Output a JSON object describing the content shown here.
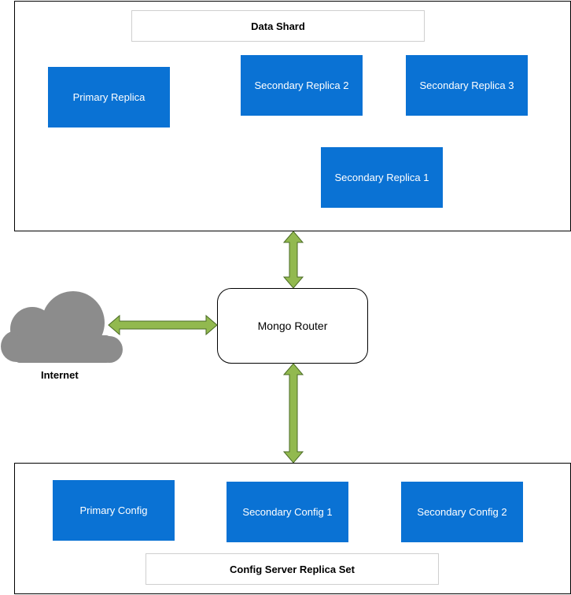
{
  "data_shard": {
    "title": "Data Shard",
    "replicas": {
      "primary": "Primary Replica",
      "secondary_2": "Secondary Replica 2",
      "secondary_3": "Secondary Replica 3",
      "secondary_1": "Secondary Replica 1"
    }
  },
  "router": {
    "label": "Mongo Router"
  },
  "internet": {
    "label": "Internet",
    "icon": "cloud-icon"
  },
  "config_set": {
    "title": "Config Server Replica Set",
    "nodes": {
      "primary": "Primary Config",
      "secondary_1": "Secondary Config 1",
      "secondary_2": "Secondary Config 2"
    }
  },
  "colors": {
    "node_fill": "#0a72d4",
    "arrow_fill": "#92b94f",
    "arrow_stroke": "#4a6b24",
    "cloud": "#8c8c8c"
  }
}
